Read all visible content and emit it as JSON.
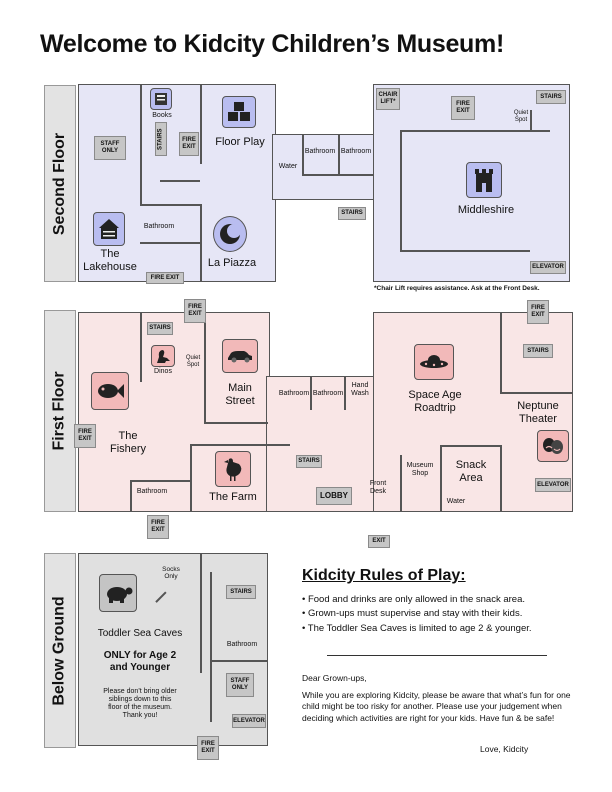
{
  "title": "Welcome to Kidcity Children’s Museum!",
  "floors": {
    "second": "Second Floor",
    "first": "First Floor",
    "below": "Below Ground"
  },
  "second_floor": {
    "books": "Books",
    "stairs_a": "STAIRS",
    "fire_exit_a": "FIRE\nEXIT",
    "floor_play": "Floor Play",
    "staff_only": "STAFF\nONLY",
    "water": "Water",
    "bathroom_a": "Bathroom",
    "bathroom_b": "Bathroom",
    "bathroom_c": "Bathroom",
    "lakehouse": "The\nLakehouse",
    "la_piazza": "La Piazza",
    "fire_exit_b": "FIRE EXIT",
    "chair_lift": "CHAIR\nLIFT*",
    "fire_exit_c": "FIRE\nEXIT",
    "stairs_b": "STAIRS",
    "quiet_spot": "Quiet\nSpot",
    "middleshire": "Middleshire",
    "stairs_c": "STAIRS",
    "elevator": "ELEVATOR",
    "chair_note": "*Chair Lift requires assistance.  Ask at the Front Desk."
  },
  "first_floor": {
    "fire_exit_top": "FIRE\nEXIT",
    "stairs_a": "STAIRS",
    "dinos": "Dinos",
    "quiet_spot": "Quiet\nSpot",
    "main_street": "Main\nStreet",
    "bathroom_a": "Bathroom",
    "bathroom_b": "Bathroom",
    "hand_wash": "Hand\nWash",
    "space_age": "Space Age\nRoadtrip",
    "fire_exit_right": "FIRE\nEXIT",
    "stairs_b": "STAIRS",
    "neptune": "Neptune\nTheater",
    "fire_exit_left": "FIRE\nEXIT",
    "fishery": "The\nFishery",
    "stairs_c": "STAIRS",
    "museum_shop": "Museum\nShop",
    "snack_area": "Snack\nArea",
    "elevator": "ELEVATOR",
    "bathroom_c": "Bathroom",
    "the_farm": "The Farm",
    "lobby": "LOBBY",
    "front_desk": "Front\nDesk",
    "water": "Water",
    "fire_exit_bottom": "FIRE\nEXIT",
    "exit": "EXIT"
  },
  "below_ground": {
    "socks_only": "Socks\nOnly",
    "stairs": "STAIRS",
    "toddler": "Toddler Sea Caves",
    "only_age": "ONLY for Age 2\nand Younger",
    "bathroom": "Bathroom",
    "staff_only": "STAFF\nONLY",
    "elevator": "ELEVATOR",
    "note": "Please don’t bring older\nsiblings down to this\nfloor of the museum.\nThank you!",
    "fire_exit": "FIRE\nEXIT"
  },
  "rules": {
    "title": "Kidcity Rules of Play:",
    "items": [
      "Food and drinks are only allowed in the snack area.",
      "Grown-ups must supervise and stay with their kids.",
      "The Toddler Sea Caves is limited to age 2 & younger."
    ]
  },
  "letter": {
    "greeting": "Dear Grown-ups,",
    "body": "While you are exploring Kidcity, please be aware that what’s fun for one child might be too risky for another.  Please use your judgement when deciding which activities are right for your kids.  Have fun & be safe!",
    "signoff": "Love, Kidcity"
  },
  "colors": {
    "second_floor": "#e6e6f6",
    "first_floor": "#f9e6e6",
    "below_ground": "#e0e0e0"
  },
  "icons": {
    "books": "book-icon",
    "floor_play": "blocks-icon",
    "lakehouse": "cabin-icon",
    "la_piazza": "moon-icon",
    "middleshire": "castle-icon",
    "dinos": "dinosaur-icon",
    "main_street": "car-icon",
    "fishery": "fish-icon",
    "space_age": "ufo-icon",
    "neptune": "theater-masks-icon",
    "the_farm": "chicken-icon",
    "toddler": "turtle-icon"
  }
}
